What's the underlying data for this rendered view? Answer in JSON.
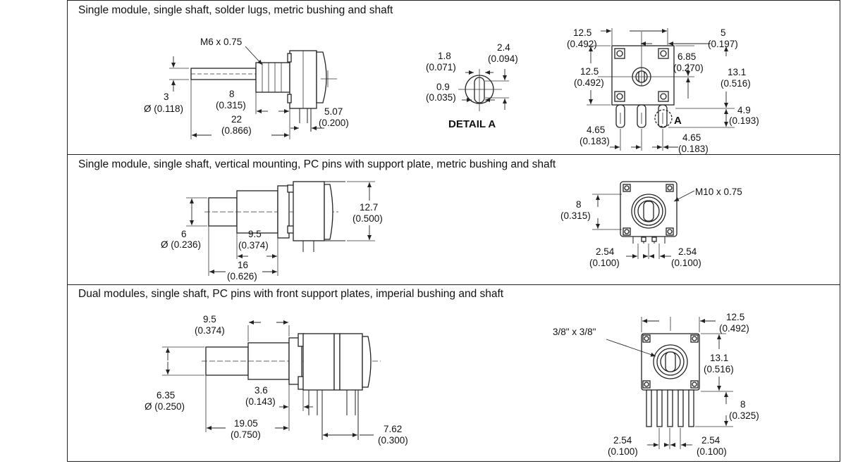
{
  "panels": [
    {
      "title": "Single module, single shaft, solder lugs, metric bushing and shaft",
      "side": {
        "thread": "M6 x 0.75",
        "dia_mm": "3",
        "dia_in": "Ø (0.118)",
        "len1_mm": "8",
        "len1_in": "(0.315)",
        "len2_mm": "22",
        "len2_in": "(0.866)",
        "lug_mm": "5.07",
        "lug_in": "(0.200)"
      },
      "detail": {
        "d1_mm": "1.8",
        "d1_in": "(0.071)",
        "d2_mm": "2.4",
        "d2_in": "(0.094)",
        "d3_mm": "0.9",
        "d3_in": "(0.035)",
        "label": "DETAIL A"
      },
      "front": {
        "w_mm": "12.5",
        "w_in": "(0.492)",
        "off_mm": "5",
        "off_in": "(0.197)",
        "c_mm": "6.85",
        "c_in": "(0.270)",
        "h_mm": "12.5",
        "h_in": "(0.492)",
        "ht_mm": "13.1",
        "ht_in": "(0.516)",
        "pin_mm": "4.9",
        "pin_in": "(0.193)",
        "p1_mm": "4.65",
        "p1_in": "(0.183)",
        "p2_mm": "4.65",
        "p2_in": "(0.183)",
        "callout": "A"
      }
    },
    {
      "title": "Single module, single shaft, vertical mounting, PC pins with support plate, metric bushing and shaft",
      "side": {
        "dia_mm": "6",
        "dia_in": "Ø (0.236)",
        "len1_mm": "9.5",
        "len1_in": "(0.374)",
        "len2_mm": "16",
        "len2_in": "(0.626)",
        "h_mm": "12.7",
        "h_in": "(0.500)"
      },
      "front": {
        "thread": "M10 x 0.75",
        "h_mm": "8",
        "h_in": "(0.315)",
        "p1_mm": "2.54",
        "p1_in": "(0.100)",
        "p2_mm": "2.54",
        "p2_in": "(0.100)"
      }
    },
    {
      "title": "Dual modules, single shaft, PC pins with front support plates, imperial bushing and shaft",
      "side": {
        "len1_mm": "9.5",
        "len1_in": "(0.374)",
        "dia_mm": "6.35",
        "dia_in": "Ø (0.250)",
        "b_mm": "3.6",
        "b_in": "(0.143)",
        "len2_mm": "19.05",
        "len2_in": "(0.750)",
        "pin_mm": "7.62",
        "pin_in": "(0.300)"
      },
      "front": {
        "thread": "3/8\" x 3/8\"",
        "w_mm": "12.5",
        "w_in": "(0.492)",
        "h_mm": "13.1",
        "h_in": "(0.516)",
        "pin_mm": "8",
        "pin_in": "(0.325)",
        "p1_mm": "2.54",
        "p1_in": "(0.100)",
        "p2_mm": "2.54",
        "p2_in": "(0.100)"
      }
    }
  ]
}
